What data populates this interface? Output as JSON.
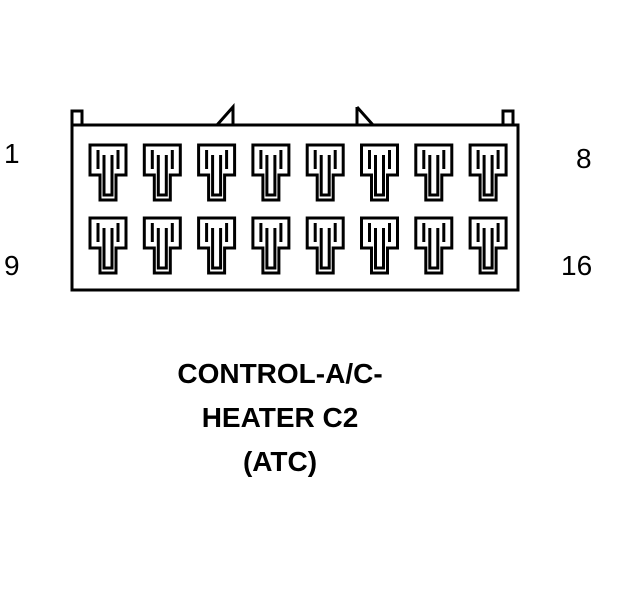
{
  "connector": {
    "title_lines": [
      "CONTROL-A/C-",
      "HEATER C2",
      "(ATC)"
    ],
    "pin_labels": {
      "top_left": "1",
      "top_right": "8",
      "bottom_left": "9",
      "bottom_right": "16"
    },
    "pins_per_row": 8,
    "rows": 2,
    "line_color": "#000000",
    "background_color": "#ffffff"
  }
}
